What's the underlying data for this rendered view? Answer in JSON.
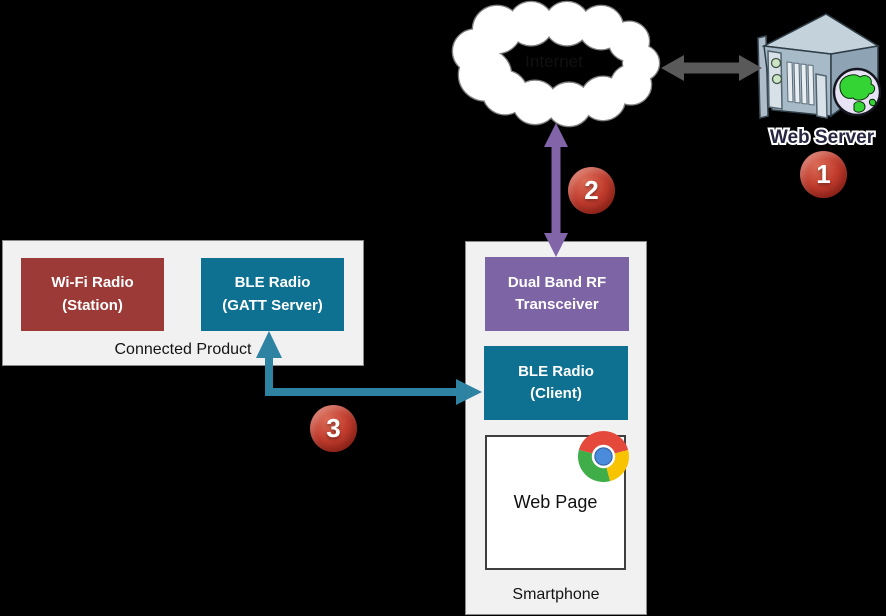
{
  "diagram": {
    "cloud": {
      "label": "Internet",
      "icon": "cloud-shape"
    },
    "web_server": {
      "label": "Web Server",
      "icon": "rack-server-icon"
    },
    "badges": [
      {
        "value": "1"
      },
      {
        "value": "2"
      },
      {
        "value": "3"
      }
    ],
    "connected_product": {
      "label": "Connected Product",
      "wifi_radio": {
        "line1": "Wi-Fi Radio",
        "line2": "(Station)"
      },
      "ble_gatt": {
        "line1": "BLE Radio",
        "line2": "(GATT Server)"
      }
    },
    "smartphone": {
      "label": "Smartphone",
      "rf_transceiver": {
        "line1": "Dual Band RF",
        "line2": "Transceiver"
      },
      "ble_client": {
        "line1": "BLE Radio",
        "line2": "(Client)"
      },
      "web_page": {
        "label": "Web Page",
        "browser_icon": "chrome-icon"
      }
    },
    "arrows": [
      {
        "name": "internet-to-webserver",
        "style": "double-headed",
        "color": "#595959"
      },
      {
        "name": "internet-to-smartphone-rf",
        "style": "double-headed",
        "color": "#8265a8"
      },
      {
        "name": "ble-gatt-to-ble-client",
        "style": "double-headed-elbow",
        "color": "#2e82a2"
      }
    ],
    "colors": {
      "background": "#000000",
      "panel_fill": "#f1f1f2",
      "maroon_box": "#9c3a38",
      "teal_box": "#0e7192",
      "purple_box": "#7d64a5",
      "badge_red": "#c23d2e"
    }
  }
}
